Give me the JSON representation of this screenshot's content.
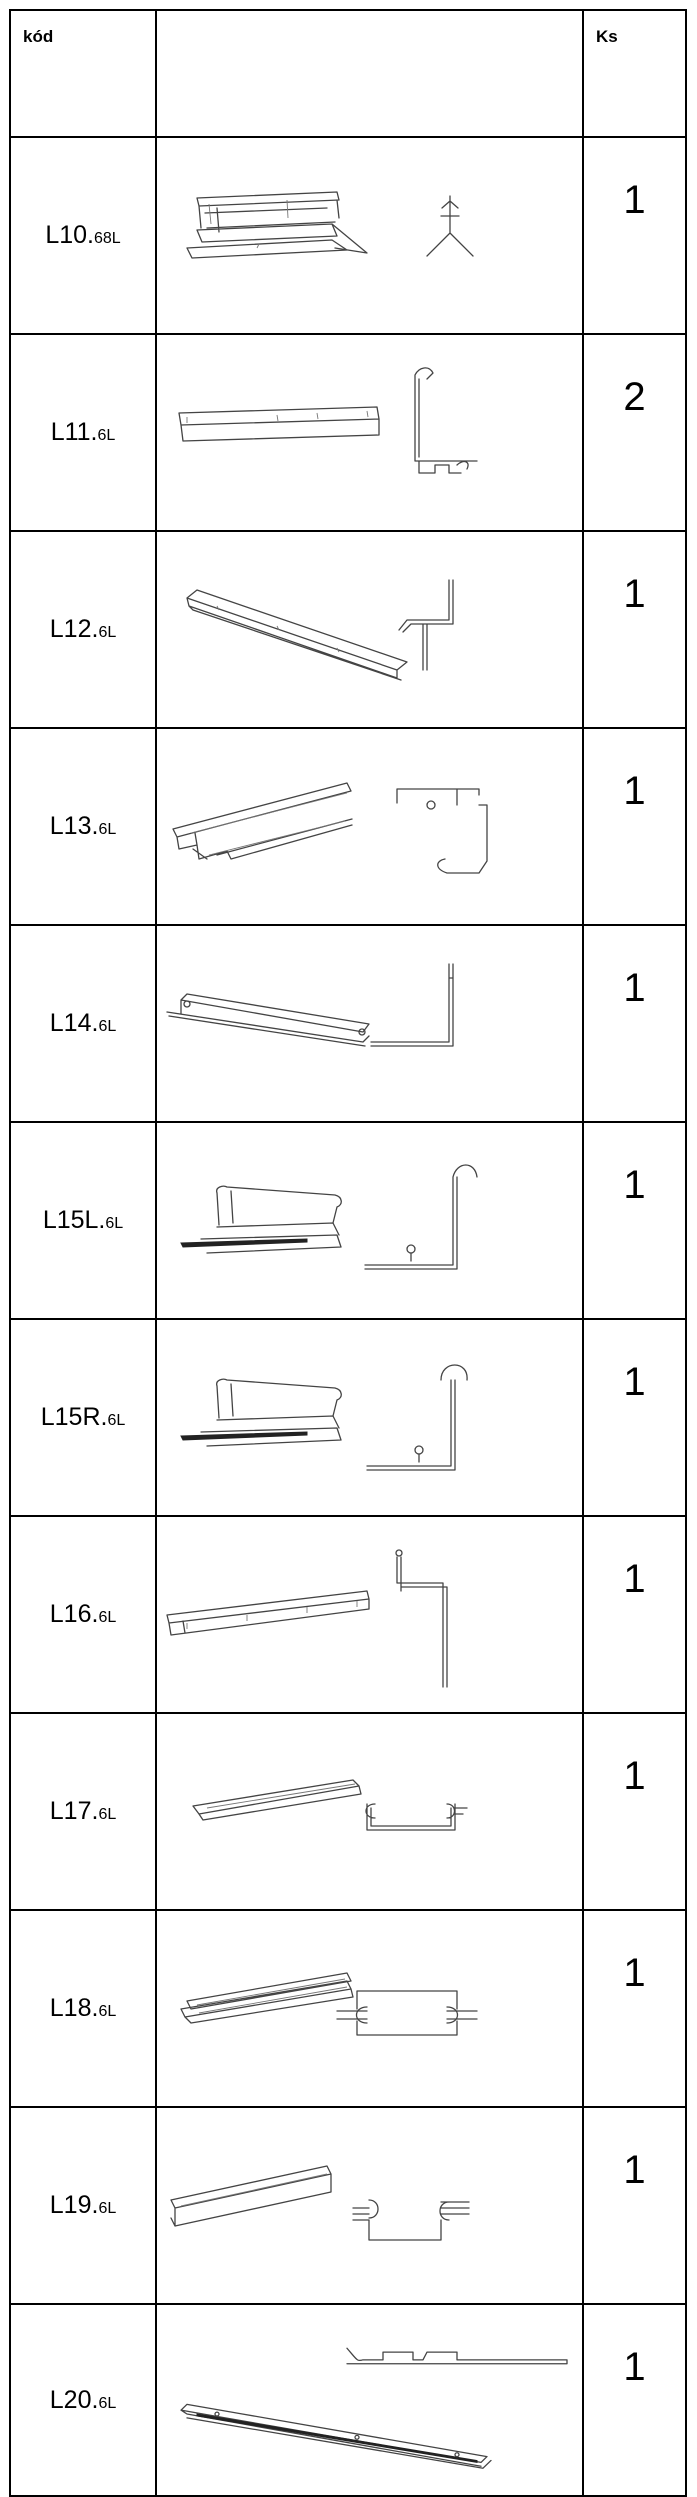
{
  "table": {
    "header": {
      "code": "kód",
      "drawing": "",
      "qty": "Ks"
    },
    "rows": [
      {
        "code": "L10.",
        "suffix": "68L",
        "qty": "1",
        "drawing": "profile-l10-drawing"
      },
      {
        "code": "L11.",
        "suffix": "6L",
        "qty": "2",
        "drawing": "profile-l11-drawing"
      },
      {
        "code": "L12.",
        "suffix": "6L",
        "qty": "1",
        "drawing": "profile-l12-drawing"
      },
      {
        "code": "L13.",
        "suffix": "6L",
        "qty": "1",
        "drawing": "profile-l13-drawing"
      },
      {
        "code": "L14.",
        "suffix": "6L",
        "qty": "1",
        "drawing": "profile-l14-drawing"
      },
      {
        "code": "L15L.",
        "suffix": "6L",
        "qty": "1",
        "drawing": "profile-l15l-drawing"
      },
      {
        "code": "L15R.",
        "suffix": "6L",
        "qty": "1",
        "drawing": "profile-l15r-drawing"
      },
      {
        "code": "L16.",
        "suffix": "6L",
        "qty": "1",
        "drawing": "profile-l16-drawing"
      },
      {
        "code": "L17.",
        "suffix": "6L",
        "qty": "1",
        "drawing": "profile-l17-drawing"
      },
      {
        "code": "L18.",
        "suffix": "6L",
        "qty": "1",
        "drawing": "profile-l18-drawing"
      },
      {
        "code": "L19.",
        "suffix": "6L",
        "qty": "1",
        "drawing": "profile-l19-drawing"
      },
      {
        "code": "L20.",
        "suffix": "6L",
        "qty": "1",
        "drawing": "profile-l20-drawing"
      }
    ]
  }
}
